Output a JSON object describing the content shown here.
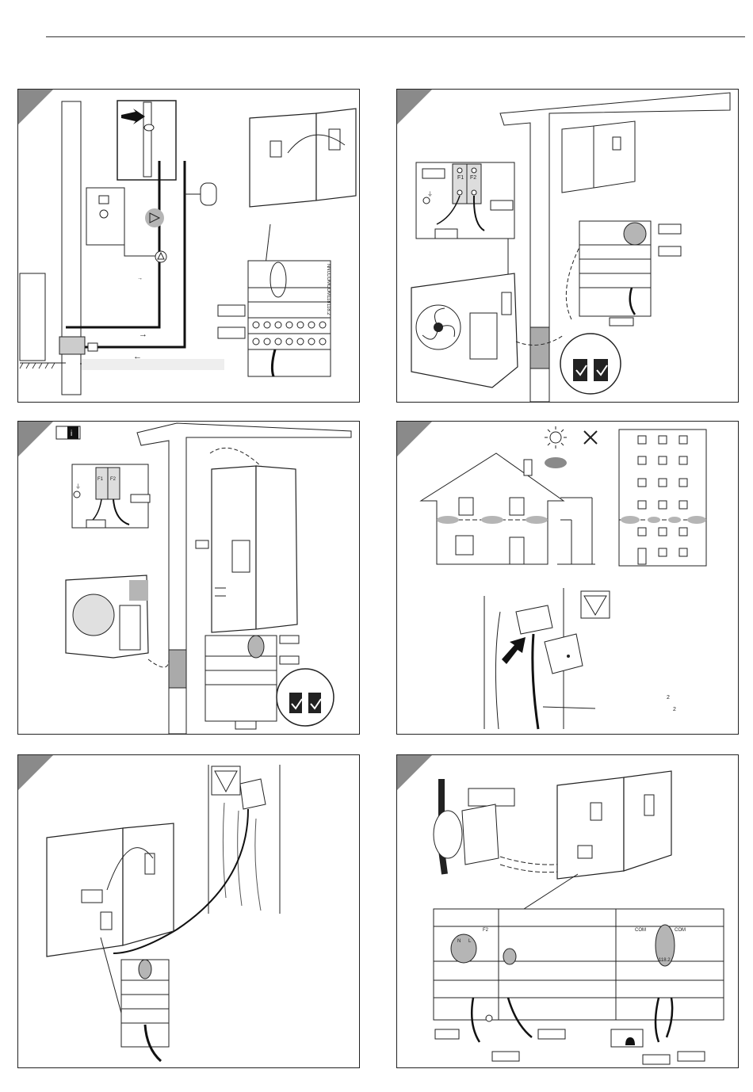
{
  "panels": [
    {
      "id": 1,
      "terminal_labels": [
        "N",
        "N",
        "L",
        "COM",
        "COM",
        "118",
        "118.2"
      ]
    },
    {
      "id": 2,
      "terminal_labels": [
        "F1",
        "F2"
      ]
    },
    {
      "id": 3,
      "terminal_labels": [
        "F1",
        "F2"
      ]
    },
    {
      "id": 4,
      "superscripts": [
        "2",
        "2"
      ]
    },
    {
      "id": 5,
      "terminal_labels": []
    },
    {
      "id": 6,
      "terminal_labels": [
        "N",
        "L",
        "F2",
        "COM",
        "COM",
        "118.2"
      ]
    }
  ],
  "colors": {
    "shade": "#8a8a8a",
    "line": "#222222",
    "highlight": "#b5b5b5"
  },
  "icons": [
    "info-icon",
    "sun-icon",
    "cross-icon",
    "checkmark-icon",
    "bell-icon"
  ]
}
